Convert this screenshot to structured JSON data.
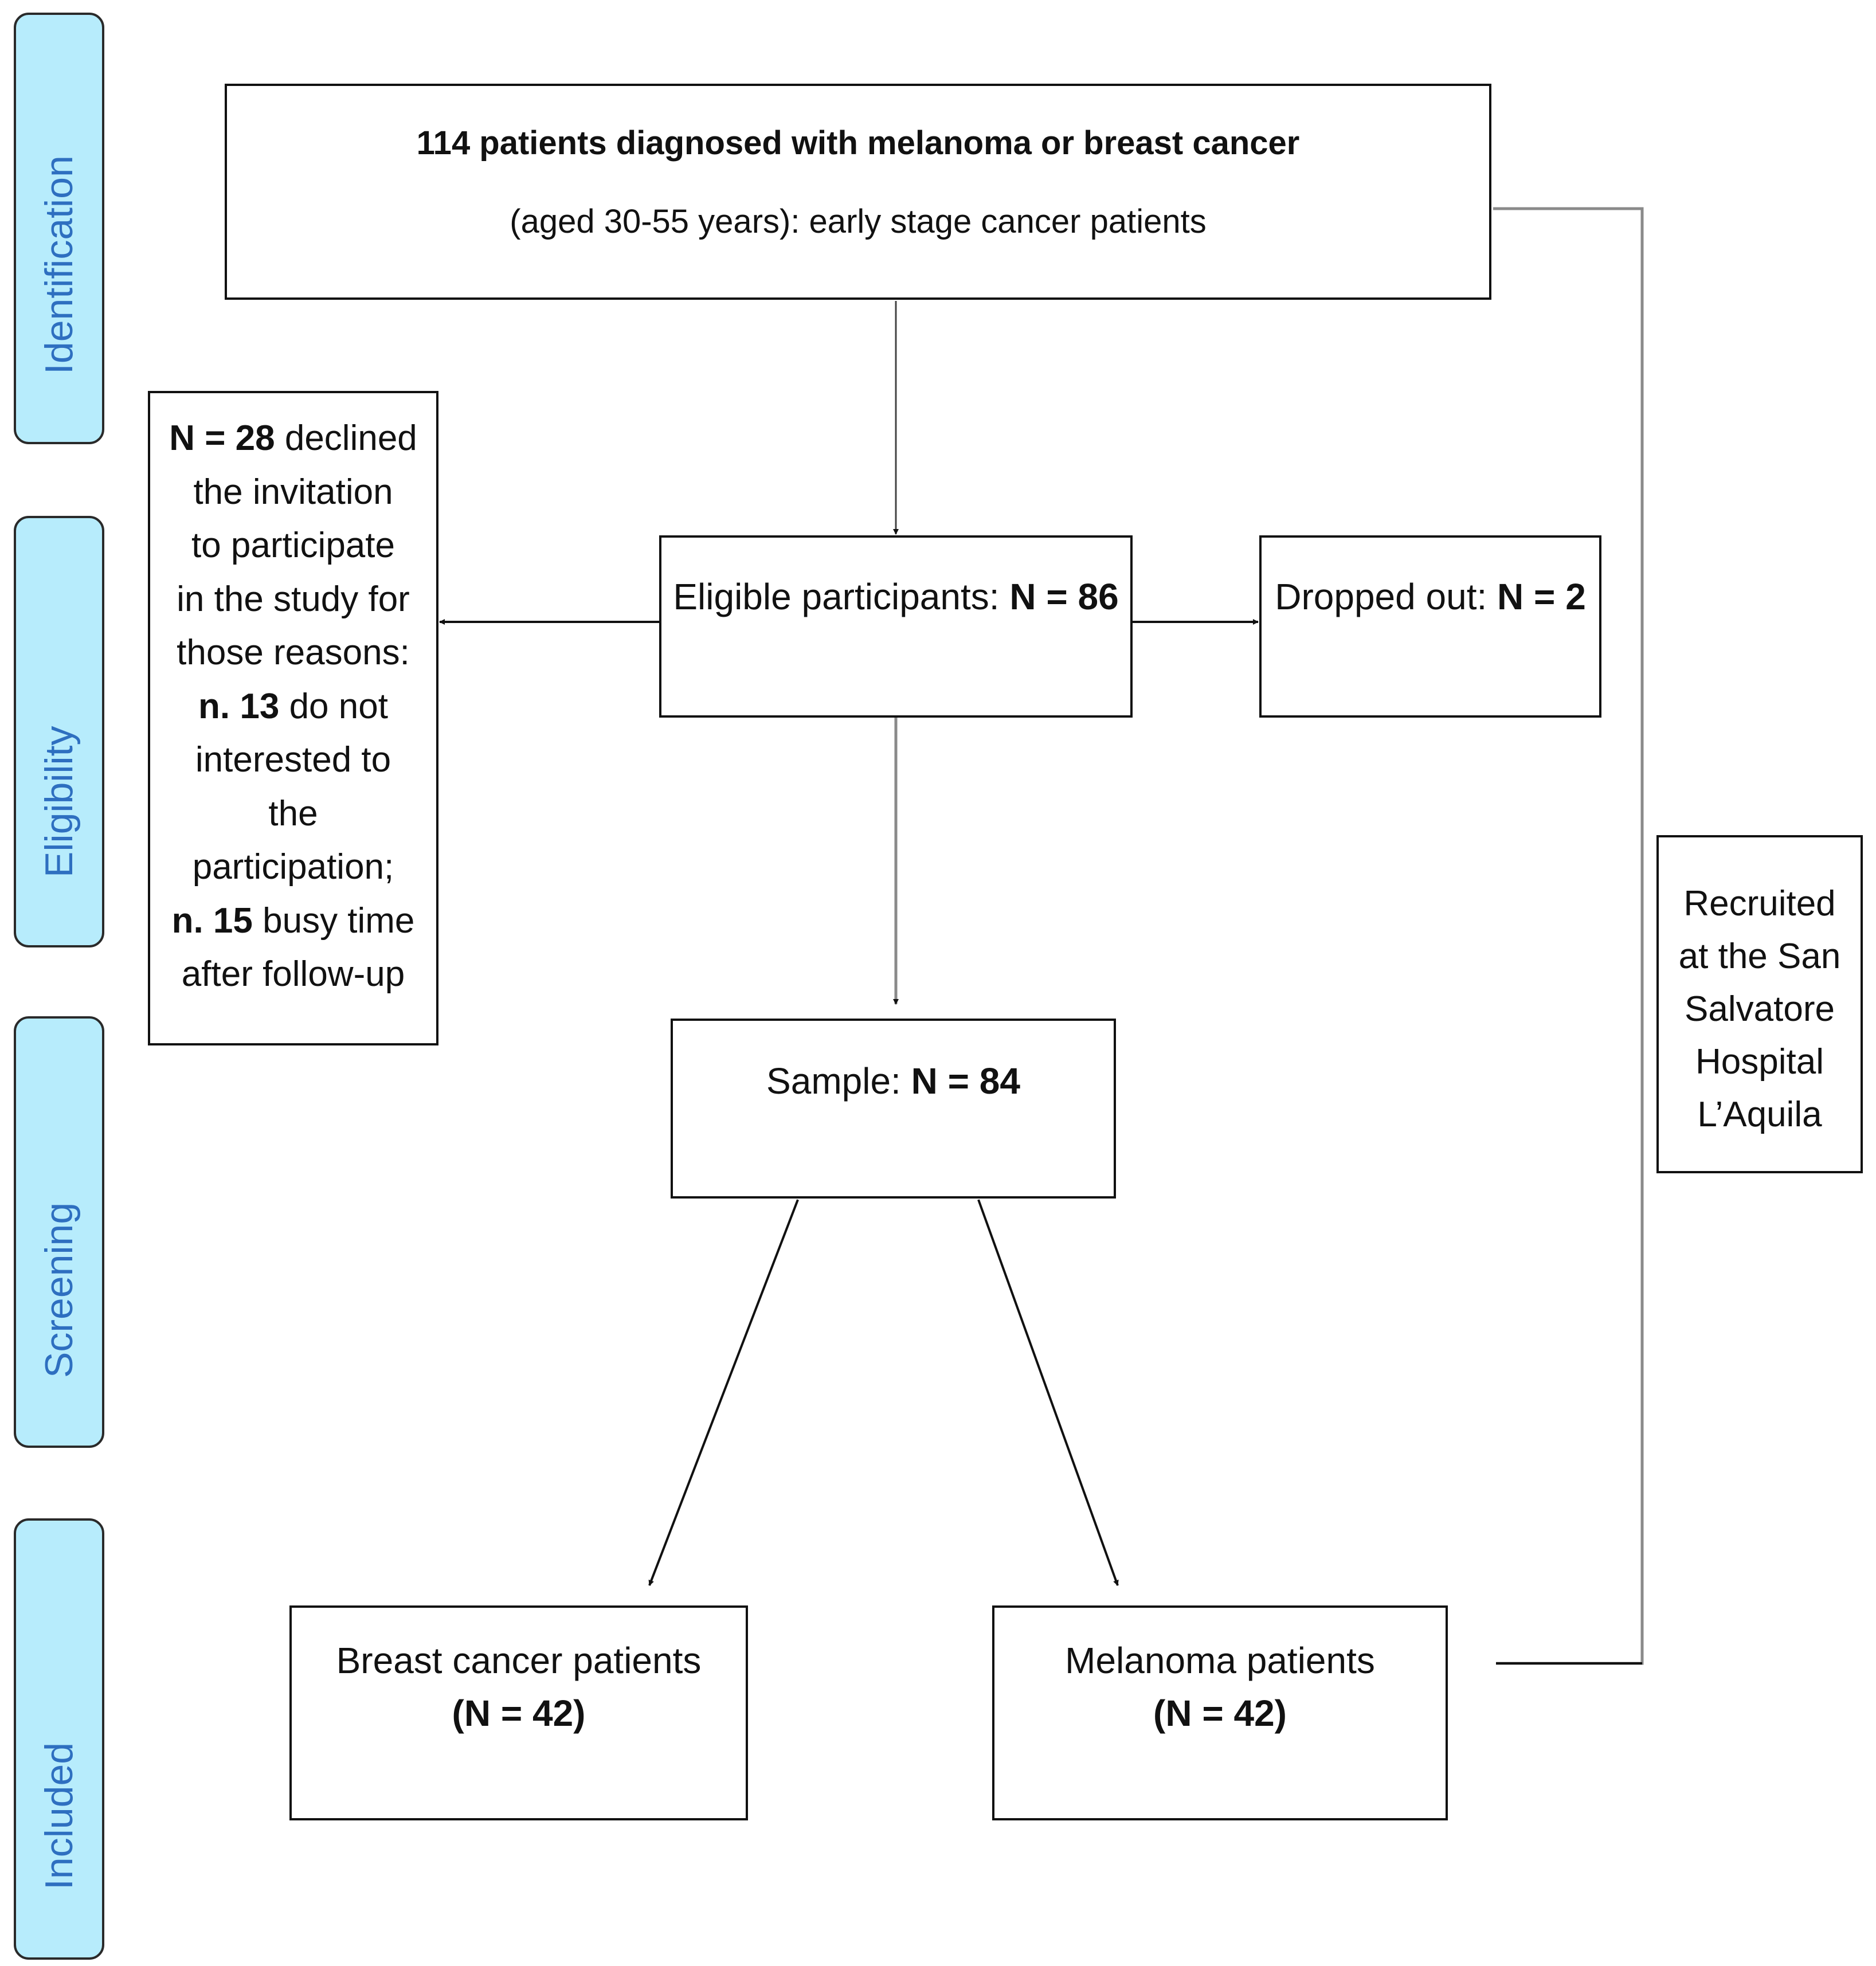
{
  "colors": {
    "lane_fill": "#b7ecfc",
    "lane_text": "#2e6fc0",
    "line_dark": "#111111",
    "line_grey": "#8a8a8a"
  },
  "phases": [
    "Identification",
    "Eligibility",
    "Screening",
    "Included"
  ],
  "identification": {
    "title": "114 patients diagnosed with melanoma or breast cancer",
    "subtitle": "(aged 30-55 years): early stage cancer patients"
  },
  "eligible": {
    "label": "Eligible participants: ",
    "count": "N = 86"
  },
  "dropped": {
    "label": "Dropped out: ",
    "count": "N = 2"
  },
  "declined": {
    "lead": "N = 28",
    "l1_rest": " declined",
    "l2": "the invitation",
    "l3": "to participate",
    "l4": "in the study for",
    "l5": "those reasons:",
    "r1_lead": "n. 13",
    "r1_rest": " do not",
    "l7": "interested to",
    "l8": "the",
    "l9": "participation;",
    "r2_lead": "n. 15",
    "r2_rest": " busy time",
    "l11": "after follow-up"
  },
  "sample": {
    "label": "Sample: ",
    "count": "N = 84"
  },
  "recruited": {
    "l1": "Recruited",
    "l2": "at the San",
    "l3": "Salvatore",
    "l4": "Hospital",
    "l5": "L’Aquila"
  },
  "breast": {
    "label": "Breast cancer patients",
    "count": "(N =  42)"
  },
  "melanoma": {
    "label": "Melanoma patients",
    "count": "(N = 42)"
  }
}
